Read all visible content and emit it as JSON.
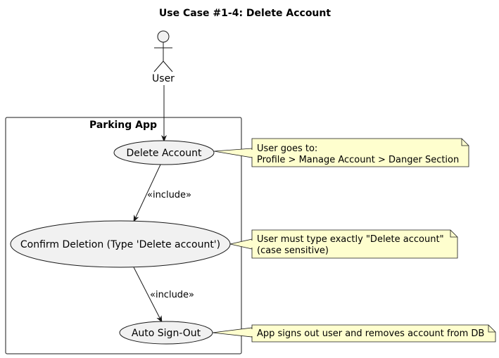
{
  "diagram": {
    "title": "Use Case #1-4: Delete Account",
    "actor": {
      "label": "User"
    },
    "system": {
      "label": "Parking App"
    },
    "use_cases": [
      {
        "id": "delete",
        "label": "Delete Account"
      },
      {
        "id": "confirm",
        "label": "Confirm Deletion (Type 'Delete account')"
      },
      {
        "id": "signout",
        "label": "Auto Sign-Out"
      }
    ],
    "relations": [
      {
        "from": "User",
        "to": "Delete Account",
        "label": ""
      },
      {
        "from": "Delete Account",
        "to": "Confirm Deletion (Type 'Delete account')",
        "label": "«include»"
      },
      {
        "from": "Confirm Deletion (Type 'Delete account')",
        "to": "Auto Sign-Out",
        "label": "«include»"
      }
    ],
    "notes": [
      {
        "lines": [
          "User goes to:",
          "Profile > Manage Account > Danger Section"
        ]
      },
      {
        "lines": [
          "User must type exactly \"Delete account\"",
          "(case sensitive)"
        ]
      },
      {
        "lines": [
          "App signs out user and removes account from DB"
        ]
      }
    ],
    "colors": {
      "usecase_fill": "#f1f1f1",
      "note_fill": "#fefece",
      "stroke": "#181818"
    }
  }
}
